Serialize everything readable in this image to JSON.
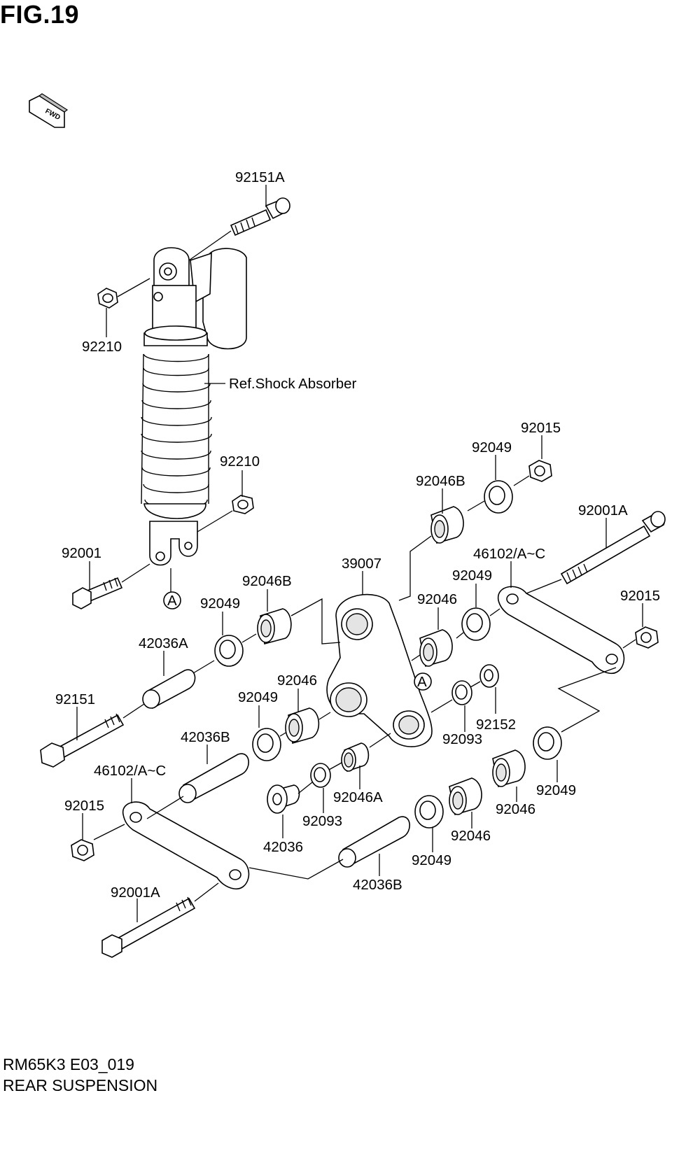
{
  "figure": {
    "title": "FIG.19",
    "direction_badge": "FWD",
    "model_code": "RM65K3 E03_019",
    "section_name": "REAR SUSPENSION"
  },
  "callouts": {
    "ref_shock": "Ref.Shock Absorber",
    "bolt_top": "92151A",
    "nut_top": "92210",
    "nut_mid": "92210",
    "bolt_shock_lower": "92001",
    "marker_a_left": "A",
    "marker_a_right": "A",
    "washer_far_right": "92015",
    "seal_upper_right": "92049",
    "bearing_upper_right": "92046B",
    "bolt_long_upper": "92001A",
    "tierod_upper": "46102/A~C",
    "seal_right_mid": "92049",
    "washer_right": "92015",
    "lever": "39007",
    "bearing_right_mid": "92046",
    "bearing_left_top": "92046B",
    "seal_left_top": "92049",
    "sleeve_left": "42036A",
    "bolt_left": "92151",
    "bearing_center": "92046",
    "seal_center": "92049",
    "seal_small": "92093",
    "washer_small": "92152",
    "sleeve_center": "42036B",
    "tierod_lower": "46102/A~C",
    "washer_lower_left": "92015",
    "collar": "42036",
    "seal_collar": "92093",
    "bearing_small": "92046A",
    "seal_bottom_right": "92049",
    "bearing_bottom_right": "92046",
    "bearing_bottom_mid": "92046",
    "seal_bottom_mid": "92049",
    "sleeve_bottom": "42036B",
    "bolt_long_lower": "92001A"
  }
}
